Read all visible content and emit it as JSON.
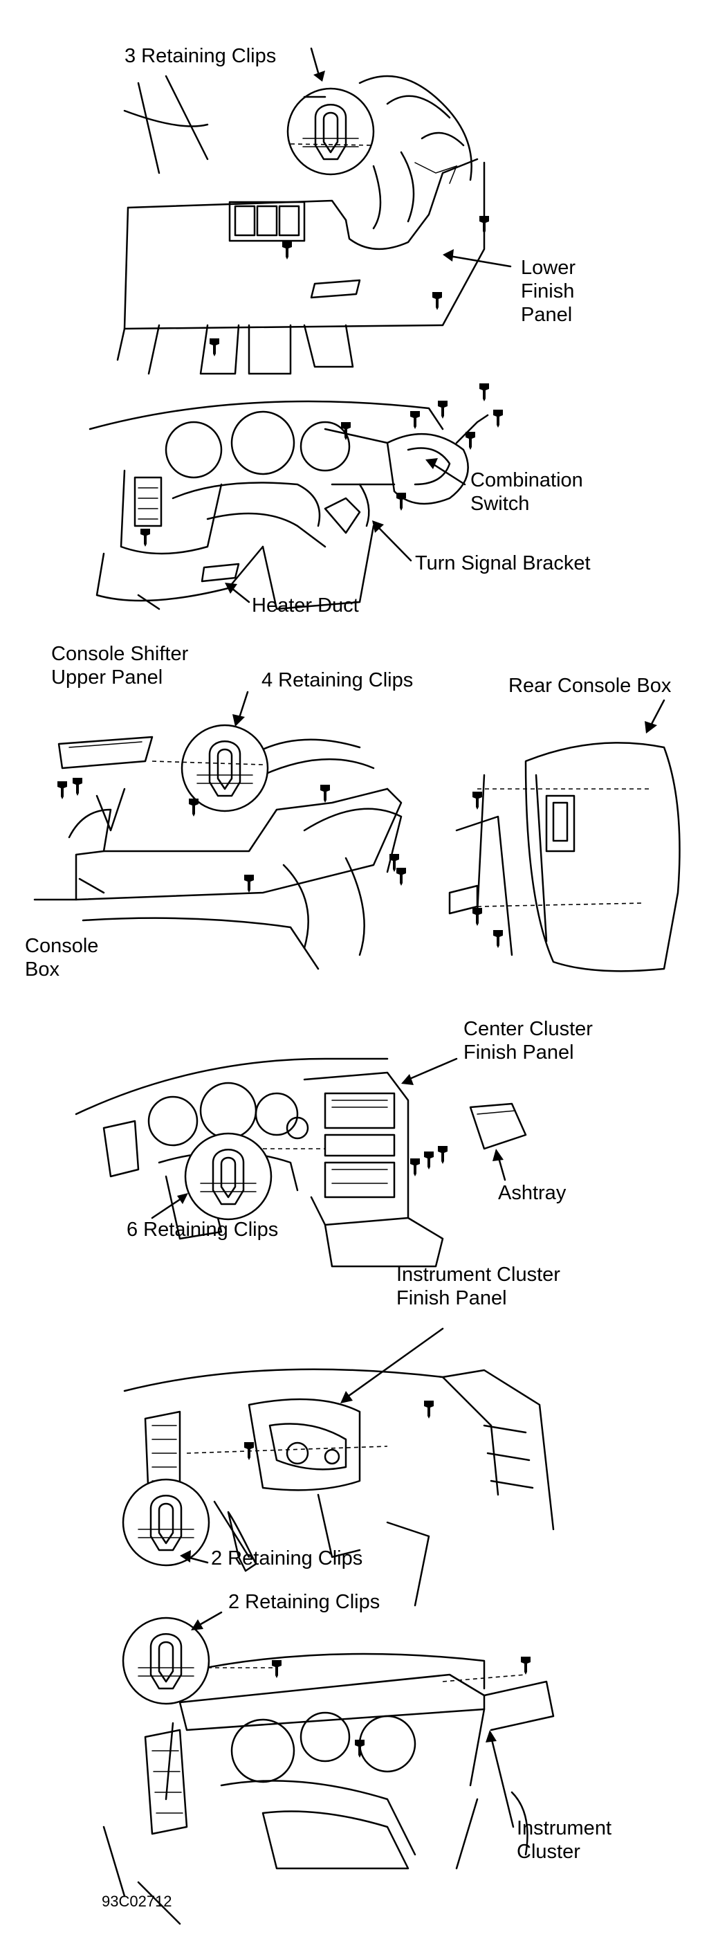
{
  "figure_code": "93C02712",
  "panels": [
    {
      "id": "lower-finish-panel",
      "labels": {
        "clips": "3 Retaining Clips",
        "panel": [
          "Lower",
          "Finish",
          "Panel"
        ]
      }
    },
    {
      "id": "combination-switch",
      "labels": {
        "switch": [
          "Combination",
          "Switch"
        ],
        "bracket": "Turn Signal Bracket",
        "duct": "Heater Duct"
      }
    },
    {
      "id": "console",
      "labels": {
        "shifter": [
          "Console Shifter",
          "Upper Panel"
        ],
        "clips": "4 Retaining Clips",
        "rear_box": "Rear Console Box",
        "box": [
          "Console",
          "Box"
        ]
      }
    },
    {
      "id": "center-cluster",
      "labels": {
        "panel": [
          "Center Cluster",
          "Finish Panel"
        ],
        "ashtray": "Ashtray",
        "clips": "6 Retaining Clips"
      }
    },
    {
      "id": "instrument-finish-panel",
      "labels": {
        "panel": [
          "Instrument Cluster",
          "Finish Panel"
        ],
        "clips": "2 Retaining Clips"
      }
    },
    {
      "id": "instrument-cluster",
      "labels": {
        "clips": "2 Retaining Clips",
        "cluster": [
          "Instrument",
          "Cluster"
        ]
      }
    }
  ]
}
